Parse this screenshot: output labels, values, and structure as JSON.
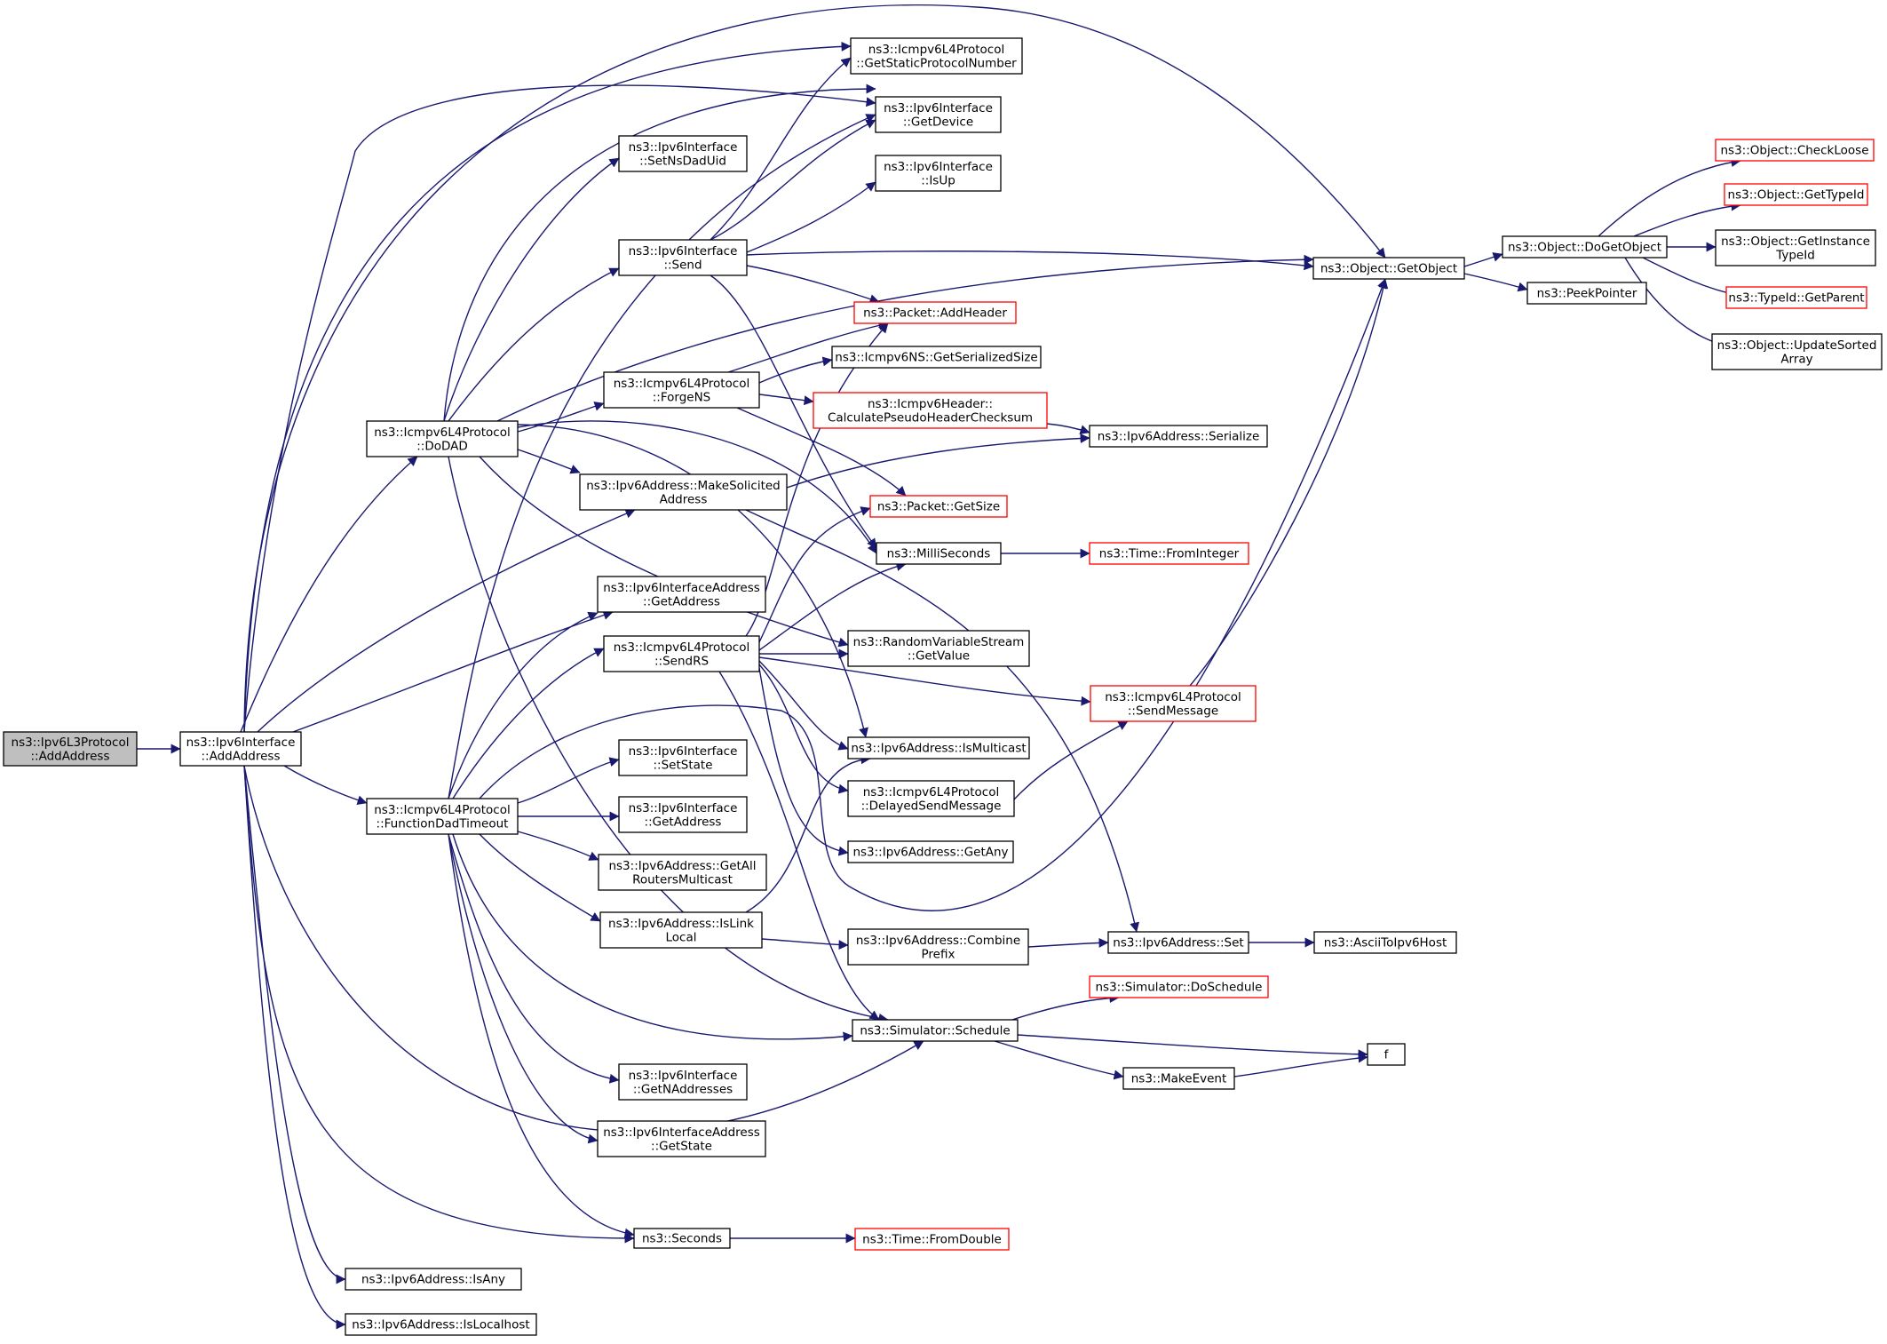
{
  "colors": {
    "edge": "#191970",
    "node_border": "#000000",
    "truncated_border": "#ff0000",
    "root_fill": "#bfbfbf",
    "node_fill": "#ffffff"
  },
  "nodes": [
    {
      "id": "n0",
      "lines": [
        "ns3::Ipv6L3Protocol",
        "::AddAddress"
      ],
      "style": "root"
    },
    {
      "id": "n1",
      "lines": [
        "ns3::Ipv6Interface",
        "::AddAddress"
      ],
      "style": "normal"
    },
    {
      "id": "n2",
      "lines": [
        "ns3::Icmpv6L4Protocol",
        "::DoDAD"
      ],
      "style": "normal"
    },
    {
      "id": "n3",
      "lines": [
        "ns3::Icmpv6L4Protocol",
        "::FunctionDadTimeout"
      ],
      "style": "normal"
    },
    {
      "id": "n4",
      "lines": [
        "ns3::Seconds"
      ],
      "style": "normal"
    },
    {
      "id": "n5",
      "lines": [
        "ns3::Ipv6Address::IsAny"
      ],
      "style": "normal"
    },
    {
      "id": "n6",
      "lines": [
        "ns3::Ipv6Address::IsLocalhost"
      ],
      "style": "normal"
    },
    {
      "id": "n7",
      "lines": [
        "ns3::Ipv6Interface",
        "::SetNsDadUid"
      ],
      "style": "normal"
    },
    {
      "id": "n8",
      "lines": [
        "ns3::Ipv6Interface",
        "::Send"
      ],
      "style": "normal"
    },
    {
      "id": "n9",
      "lines": [
        "ns3::Icmpv6L4Protocol",
        "::ForgeNS"
      ],
      "style": "normal"
    },
    {
      "id": "n10",
      "lines": [
        "ns3::Ipv6Address::MakeSolicited",
        "Address"
      ],
      "style": "normal"
    },
    {
      "id": "n11",
      "lines": [
        "ns3::Ipv6InterfaceAddress",
        "::GetAddress"
      ],
      "style": "normal"
    },
    {
      "id": "n12",
      "lines": [
        "ns3::Icmpv6L4Protocol",
        "::SendRS"
      ],
      "style": "normal"
    },
    {
      "id": "n13",
      "lines": [
        "ns3::Ipv6Interface",
        "::SetState"
      ],
      "style": "normal"
    },
    {
      "id": "n14",
      "lines": [
        "ns3::Ipv6Interface",
        "::GetAddress"
      ],
      "style": "normal"
    },
    {
      "id": "n15",
      "lines": [
        "ns3::Ipv6Address::GetAll",
        "RoutersMulticast"
      ],
      "style": "normal"
    },
    {
      "id": "n16",
      "lines": [
        "ns3::Ipv6Address::IsLink",
        "Local"
      ],
      "style": "normal"
    },
    {
      "id": "n17",
      "lines": [
        "ns3::Ipv6Interface",
        "::GetNAddresses"
      ],
      "style": "normal"
    },
    {
      "id": "n18",
      "lines": [
        "ns3::Ipv6InterfaceAddress",
        "::GetState"
      ],
      "style": "normal"
    },
    {
      "id": "n19",
      "lines": [
        "ns3::Icmpv6L4Protocol",
        "::GetStaticProtocolNumber"
      ],
      "style": "normal"
    },
    {
      "id": "n20",
      "lines": [
        "ns3::Ipv6Interface",
        "::GetDevice"
      ],
      "style": "normal"
    },
    {
      "id": "n21",
      "lines": [
        "ns3::Ipv6Interface",
        "::IsUp"
      ],
      "style": "normal"
    },
    {
      "id": "n22",
      "lines": [
        "ns3::Packet::AddHeader"
      ],
      "style": "truncated"
    },
    {
      "id": "n23",
      "lines": [
        "ns3::Icmpv6NS::GetSerializedSize"
      ],
      "style": "normal"
    },
    {
      "id": "n24",
      "lines": [
        "ns3::Icmpv6Header::",
        "CalculatePseudoHeaderChecksum"
      ],
      "style": "truncated"
    },
    {
      "id": "n25",
      "lines": [
        "ns3::Packet::GetSize"
      ],
      "style": "truncated"
    },
    {
      "id": "n26",
      "lines": [
        "ns3::MilliSeconds"
      ],
      "style": "normal"
    },
    {
      "id": "n27",
      "lines": [
        "ns3::RandomVariableStream",
        "::GetValue"
      ],
      "style": "normal"
    },
    {
      "id": "n28",
      "lines": [
        "ns3::Ipv6Address::IsMulticast"
      ],
      "style": "normal"
    },
    {
      "id": "n29",
      "lines": [
        "ns3::Icmpv6L4Protocol",
        "::DelayedSendMessage"
      ],
      "style": "normal"
    },
    {
      "id": "n30",
      "lines": [
        "ns3::Ipv6Address::GetAny"
      ],
      "style": "normal"
    },
    {
      "id": "n31",
      "lines": [
        "ns3::Ipv6Address::Combine",
        "Prefix"
      ],
      "style": "normal"
    },
    {
      "id": "n32",
      "lines": [
        "ns3::Simulator::Schedule"
      ],
      "style": "normal"
    },
    {
      "id": "n33",
      "lines": [
        "ns3::Time::FromDouble"
      ],
      "style": "truncated"
    },
    {
      "id": "n34",
      "lines": [
        "ns3::Object::GetObject"
      ],
      "style": "normal"
    },
    {
      "id": "n35",
      "lines": [
        "ns3::Ipv6Address::Serialize"
      ],
      "style": "normal"
    },
    {
      "id": "n36",
      "lines": [
        "ns3::Time::FromInteger"
      ],
      "style": "truncated"
    },
    {
      "id": "n37",
      "lines": [
        "ns3::Icmpv6L4Protocol",
        "::SendMessage"
      ],
      "style": "truncated"
    },
    {
      "id": "n38",
      "lines": [
        "ns3::Ipv6Address::Set"
      ],
      "style": "normal"
    },
    {
      "id": "n39",
      "lines": [
        "ns3::Simulator::DoSchedule"
      ],
      "style": "truncated"
    },
    {
      "id": "n40",
      "lines": [
        "ns3::MakeEvent"
      ],
      "style": "normal"
    },
    {
      "id": "n41",
      "lines": [
        "ns3::Object::DoGetObject"
      ],
      "style": "normal"
    },
    {
      "id": "n42",
      "lines": [
        "ns3::PeekPointer"
      ],
      "style": "normal"
    },
    {
      "id": "n43",
      "lines": [
        "ns3::AsciiToIpv6Host"
      ],
      "style": "normal"
    },
    {
      "id": "n44",
      "lines": [
        "f"
      ],
      "style": "normal"
    },
    {
      "id": "n45",
      "lines": [
        "ns3::Object::CheckLoose"
      ],
      "style": "truncated"
    },
    {
      "id": "n46",
      "lines": [
        "ns3::Object::GetTypeId"
      ],
      "style": "truncated"
    },
    {
      "id": "n47",
      "lines": [
        "ns3::Object::GetInstance",
        "TypeId"
      ],
      "style": "normal"
    },
    {
      "id": "n48",
      "lines": [
        "ns3::TypeId::GetParent"
      ],
      "style": "truncated"
    },
    {
      "id": "n49",
      "lines": [
        "ns3::Object::UpdateSorted",
        "Array"
      ],
      "style": "normal"
    }
  ],
  "edges": [
    [
      "n0",
      "n1"
    ],
    [
      "n1",
      "n2"
    ],
    [
      "n1",
      "n3"
    ],
    [
      "n1",
      "n4"
    ],
    [
      "n1",
      "n5"
    ],
    [
      "n1",
      "n6"
    ],
    [
      "n1",
      "n10"
    ],
    [
      "n1",
      "n11"
    ],
    [
      "n1",
      "n19"
    ],
    [
      "n1",
      "n20"
    ],
    [
      "n1",
      "n32"
    ],
    [
      "n1",
      "n34"
    ],
    [
      "n2",
      "n7"
    ],
    [
      "n2",
      "n8"
    ],
    [
      "n2",
      "n9"
    ],
    [
      "n2",
      "n10"
    ],
    [
      "n2",
      "n26"
    ],
    [
      "n2",
      "n27"
    ],
    [
      "n2",
      "n28"
    ],
    [
      "n2",
      "n32"
    ],
    [
      "n2",
      "n34"
    ],
    [
      "n2",
      "n20"
    ],
    [
      "n3",
      "n11"
    ],
    [
      "n3",
      "n12"
    ],
    [
      "n3",
      "n13"
    ],
    [
      "n3",
      "n14"
    ],
    [
      "n3",
      "n15"
    ],
    [
      "n3",
      "n16"
    ],
    [
      "n3",
      "n17"
    ],
    [
      "n3",
      "n18"
    ],
    [
      "n3",
      "n4"
    ],
    [
      "n3",
      "n32"
    ],
    [
      "n3",
      "n34"
    ],
    [
      "n3",
      "n20"
    ],
    [
      "n8",
      "n19"
    ],
    [
      "n8",
      "n20"
    ],
    [
      "n8",
      "n21"
    ],
    [
      "n8",
      "n22"
    ],
    [
      "n8",
      "n34"
    ],
    [
      "n8",
      "n26"
    ],
    [
      "n9",
      "n22"
    ],
    [
      "n9",
      "n23"
    ],
    [
      "n9",
      "n24"
    ],
    [
      "n9",
      "n25"
    ],
    [
      "n10",
      "n35"
    ],
    [
      "n10",
      "n38"
    ],
    [
      "n12",
      "n22"
    ],
    [
      "n12",
      "n25"
    ],
    [
      "n12",
      "n26"
    ],
    [
      "n12",
      "n27"
    ],
    [
      "n12",
      "n28"
    ],
    [
      "n12",
      "n29"
    ],
    [
      "n12",
      "n30"
    ],
    [
      "n12",
      "n37"
    ],
    [
      "n12",
      "n32"
    ],
    [
      "n16",
      "n28"
    ],
    [
      "n16",
      "n31"
    ],
    [
      "n26",
      "n36"
    ],
    [
      "n24",
      "n35"
    ],
    [
      "n29",
      "n37"
    ],
    [
      "n31",
      "n38"
    ],
    [
      "n37",
      "n34"
    ],
    [
      "n38",
      "n43"
    ],
    [
      "n32",
      "n39"
    ],
    [
      "n32",
      "n40"
    ],
    [
      "n32",
      "n44"
    ],
    [
      "n40",
      "n44"
    ],
    [
      "n4",
      "n33"
    ],
    [
      "n34",
      "n41"
    ],
    [
      "n34",
      "n42"
    ],
    [
      "n41",
      "n45"
    ],
    [
      "n41",
      "n46"
    ],
    [
      "n41",
      "n47"
    ],
    [
      "n41",
      "n48"
    ],
    [
      "n41",
      "n49"
    ]
  ]
}
